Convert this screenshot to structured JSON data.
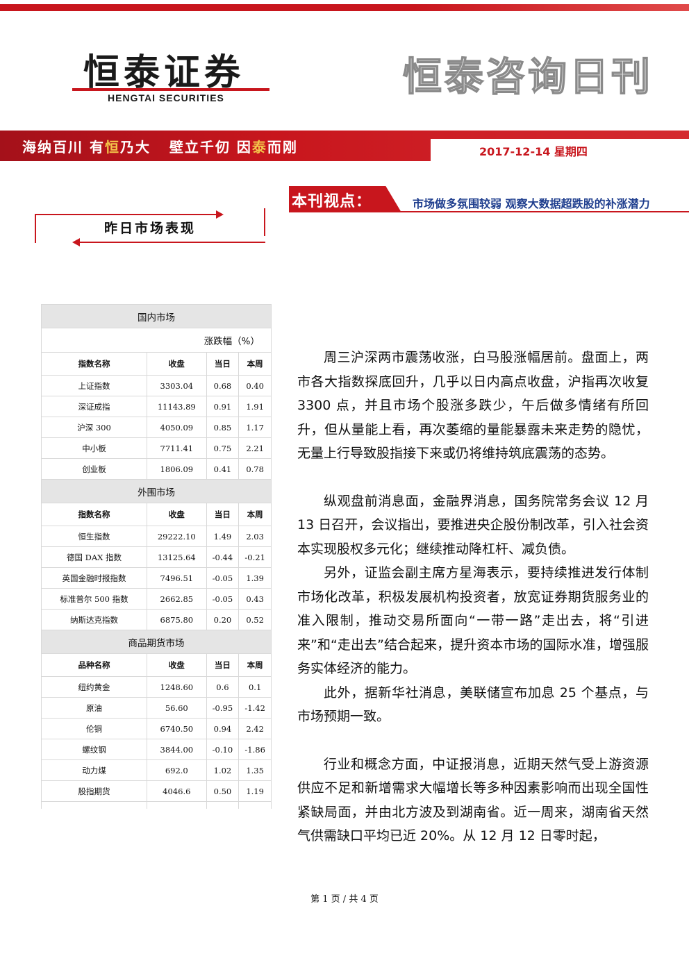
{
  "header": {
    "logo_cn": "恒泰证券",
    "logo_en": "HENGTAI SECURITIES",
    "daily_title": "恒泰咨询日刊",
    "slogan": [
      "海纳百川",
      "有",
      "恒",
      "乃大",
      "壁立千仞",
      "因",
      "泰",
      "而刚"
    ],
    "date": "2017-12-14 星期四",
    "brand_red": "#c8161d",
    "accent_gold": "#f3c54a"
  },
  "viewpoint": {
    "label": "本刊视点：",
    "headline": "市场做多氛围较弱 观察大数据超跌股的补涨潜力",
    "headline_color": "#1f3e8e"
  },
  "section": {
    "title": "昨日市场表现"
  },
  "market_table": {
    "unit": "涨跌幅（%）",
    "groups": [
      {
        "name": "国内市场",
        "headers": [
          "指数名称",
          "收盘",
          "当日",
          "本周"
        ],
        "rows": [
          [
            "上证指数",
            "3303.04",
            "0.68",
            "0.40"
          ],
          [
            "深证成指",
            "11143.89",
            "0.91",
            "1.91"
          ],
          [
            "沪深 300",
            "4050.09",
            "0.85",
            "1.17"
          ],
          [
            "中小板",
            "7711.41",
            "0.75",
            "2.21"
          ],
          [
            "创业板",
            "1806.09",
            "0.41",
            "0.78"
          ]
        ]
      },
      {
        "name": "外围市场",
        "headers": [
          "指数名称",
          "收盘",
          "当日",
          "本周"
        ],
        "rows": [
          [
            "恒生指数",
            "29222.10",
            "1.49",
            "2.03"
          ],
          [
            "德国 DAX 指数",
            "13125.64",
            "-0.44",
            "-0.21"
          ],
          [
            "英国金融时报指数",
            "7496.51",
            "-0.05",
            "1.39"
          ],
          [
            "标准普尔 500 指数",
            "2662.85",
            "-0.05",
            "0.43"
          ],
          [
            "纳斯达克指数",
            "6875.80",
            "0.20",
            "0.52"
          ]
        ]
      },
      {
        "name": "商品期货市场",
        "headers": [
          "品种名称",
          "收盘",
          "当日",
          "本周"
        ],
        "rows": [
          [
            "纽约黄金",
            "1248.60",
            "0.6",
            "0.1"
          ],
          [
            "原油",
            "56.60",
            "-0.95",
            "-1.42"
          ],
          [
            "伦铜",
            "6740.50",
            "0.94",
            "2.42"
          ],
          [
            "螺纹钢",
            "3844.00",
            "-0.10",
            "-1.86"
          ],
          [
            "动力煤",
            "692.0",
            "1.02",
            "1.35"
          ],
          [
            "股指期货",
            "4046.6",
            "0.50",
            "1.19"
          ]
        ]
      }
    ]
  },
  "article": {
    "paragraphs": [
      "周三沪深两市震荡收涨，白马股涨幅居前。盘面上，两市各大指数探底回升，几乎以日内高点收盘，沪指再次收复 3300 点，并且市场个股涨多跌少，午后做多情绪有所回升，但从量能上看，再次萎缩的量能暴露未来走势的隐忧，无量上行导致股指接下来或仍将维持筑底震荡的态势。",
      "纵观盘前消息面，金融界消息，国务院常务会议 12 月 13 日召开，会议指出，要推进央企股份制改革，引入社会资本实现股权多元化；继续推动降杠杆、减负债。",
      "另外，证监会副主席方星海表示，要持续推进发行体制市场化改革，积极发展机构投资者，放宽证券期货服务业的准入限制，推动交易所面向“一带一路”走出去，将“引进来”和“走出去”结合起来，提升资本市场的国际水准，增强服务实体经济的能力。",
      "此外，据新华社消息，美联储宣布加息 25 个基点，与市场预期一致。",
      "行业和概念方面，中证报消息，近期天然气受上游资源供应不足和新增需求大幅增长等多种因素影响而出现全国性紧缺局面，并由北方波及到湖南省。近一周来，湖南省天然气供需缺口平均已近 20%。从 12 月 12 日零时起，"
    ]
  },
  "footer": {
    "page": "第 1 页 / 共 4 页"
  }
}
